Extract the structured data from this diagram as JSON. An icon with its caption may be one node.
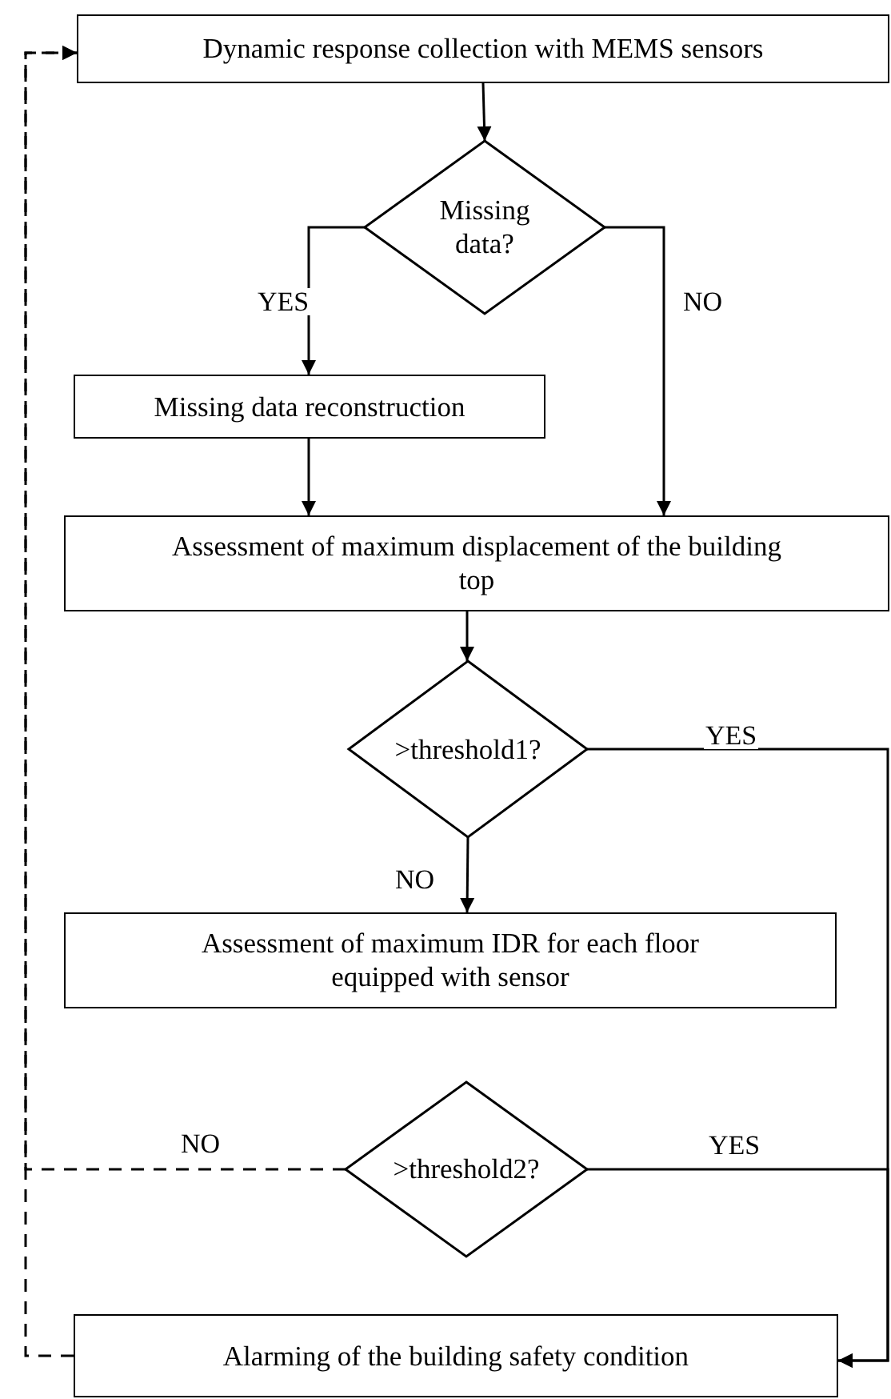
{
  "diagram": {
    "nodes": [
      {
        "text": [
          "Dynamic response collection with  MEMS sensors"
        ]
      },
      {
        "text": [
          "Missing data?"
        ]
      },
      {
        "text": [
          "Missing data reconstruction"
        ]
      },
      {
        "text": [
          "Assessment of maximum displacement of the building top"
        ]
      },
      {
        "text": [
          ">threshold1?"
        ]
      },
      {
        "text": [
          "Assessment of maximum IDR for each floor equipped with sensor"
        ]
      },
      {
        "text": [
          ">threshold2?"
        ]
      },
      {
        "text": [
          "Alarming of the building  safety condition"
        ]
      }
    ],
    "edges": [
      {
        "from": 0,
        "to": 1,
        "arrow": "to"
      },
      {
        "from": 1,
        "to": 2,
        "arrow": "to",
        "label": "YES"
      },
      {
        "from": 1,
        "to": 3,
        "arrow": "to",
        "label": "NO"
      },
      {
        "from": 2,
        "to": 3,
        "arrow": "to"
      },
      {
        "from": 3,
        "to": 4,
        "arrow": "to"
      },
      {
        "from": 4,
        "to": 5,
        "arrow": "to",
        "label": "NO"
      },
      {
        "from": 4,
        "to": 7,
        "arrow": "to",
        "label": "YES"
      },
      {
        "from": 6,
        "to": 7,
        "arrow": "to",
        "label": "YES"
      },
      {
        "from": 6,
        "to": 0,
        "arrow": "to",
        "label": "NO",
        "style": "dashed"
      },
      {
        "from": 7,
        "to": 0,
        "arrow": "to",
        "style": "dashed"
      }
    ]
  }
}
